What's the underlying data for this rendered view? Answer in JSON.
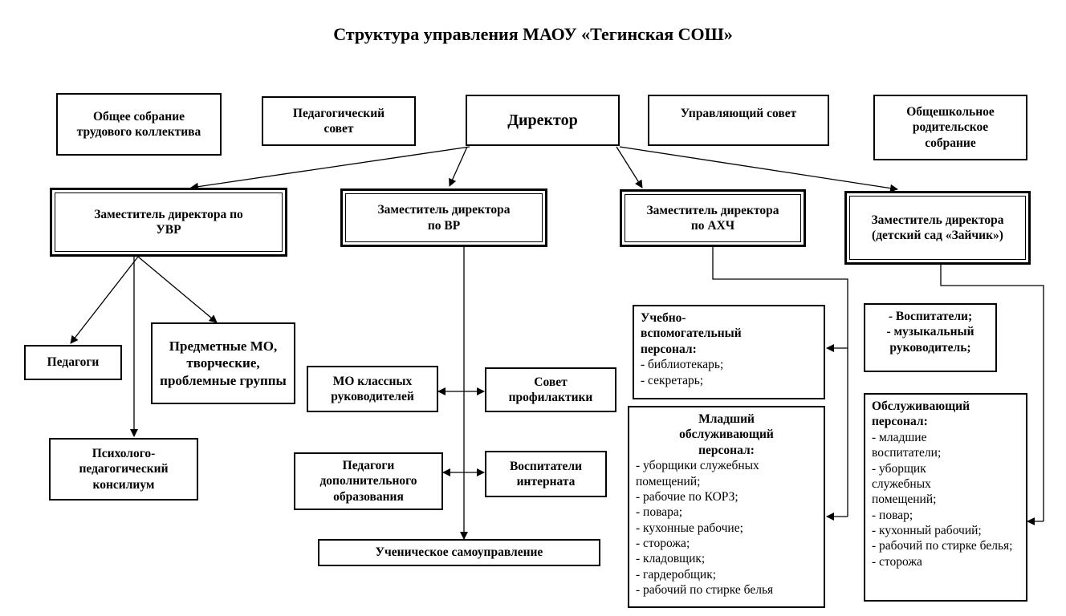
{
  "title": "Структура управления МАОУ «Тегинская СОШ»",
  "top_boxes": {
    "general_meeting": "Общее собрание трудового коллектива",
    "ped_council": "Педагогический совет",
    "director": "Директор",
    "governing_council": "Управляющий совет",
    "parent_meeting": "Общешкольное родительское собрание"
  },
  "deputies": {
    "uvr": "Заместитель директора по УВР",
    "vr": "Заместитель директора по ВР",
    "ahch": "Заместитель директора по АХЧ",
    "kindergarten": "Заместитель директора (детский сад «Зайчик»)"
  },
  "uvr_children": {
    "teachers": "Педагоги",
    "subject_mo": "Предметные МО, творческие, проблемные группы",
    "psych": "Психолого-педагогический консилиум"
  },
  "vr_children": {
    "mo_class": "МО классных руководителей",
    "prevention": "Совет профилактики",
    "add_edu": "Педагоги дополнительного образования",
    "boarding": "Воспитатели интерната",
    "self_gov": "Ученическое самоуправление"
  },
  "ahch_children": {
    "aux_staff": {
      "header": "Учебно-вспомогательный персонал:",
      "items": [
        "- библиотекарь;",
        "- секретарь;"
      ]
    },
    "junior_staff": {
      "header": "Младший обслуживающий персонал:",
      "items": [
        "- уборщики служебных помещений;",
        "- рабочие по КОРЗ;",
        "- повара;",
        "- кухонные рабочие;",
        "- сторожа;",
        "- кладовщик;",
        "- гардеробщик;",
        "- рабочий по стирке белья"
      ]
    }
  },
  "kg_children": {
    "educators": {
      "items": [
        "- Воспитатели;",
        "- музыкальный руководитель;"
      ]
    },
    "service_staff": {
      "header": "Обслуживающий персонал:",
      "items": [
        "- младшие воспитатели;",
        "- уборщик служебных помещений;",
        "- повар;",
        "- кухонный рабочий;",
        "- рабочий по стирке белья;",
        "- сторожа"
      ]
    }
  }
}
